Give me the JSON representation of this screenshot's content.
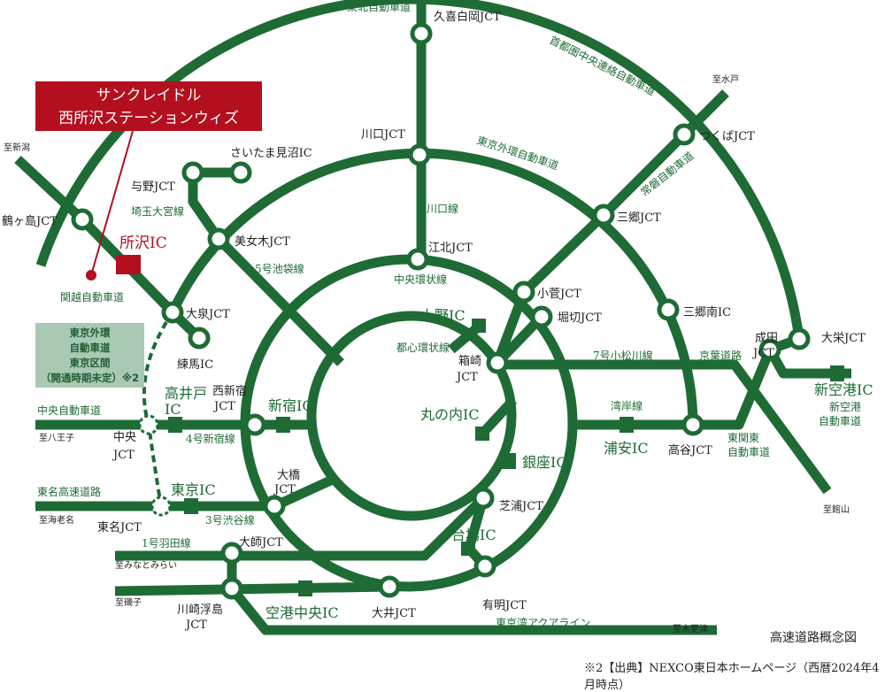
{
  "title": "高速道路概念図",
  "source_note": "※2【出典】NEXCO東日本ホームページ（西暦2024年4月時点）",
  "callout": {
    "line1": "サンクレイドル",
    "line2": "西所沢ステーションウィズ"
  },
  "unopened_box": {
    "line1": "東京外環",
    "line2": "自動車道",
    "line3": "東京区間",
    "line4": "（開通時期未定）※2"
  },
  "colors": {
    "road": "#1e6b35",
    "accent": "#b30f1e",
    "box": "#a9c9b4"
  },
  "roads": {
    "tohoku": "東北自動車道",
    "ken_o": "首都圏中央連絡自動車道",
    "gaikan": "東京外環自動車道",
    "joban": "常磐自動車道",
    "kawaguchi_line": "川口線",
    "saitama_omiya": "埼玉大宮線",
    "ikebukuro": "5号池袋線",
    "chuo_kanjo": "中央環状線",
    "kanetsu": "関越自動車道",
    "toshin": "都心環状線",
    "komatsugawa": "7号小松川線",
    "keiyo": "京葉道路",
    "wangan": "湾岸線",
    "chuo_do": "中央自動車道",
    "shinjuku4": "4号新宿線",
    "tomei": "東名高速道路",
    "shibuya3": "3号渋谷線",
    "haneda1": "1号羽田線",
    "aqualine": "東京湾アクアライン",
    "higashikanto1": "東関東",
    "higashikanto2": "自動車道",
    "shinkuko_road1": "新空港",
    "shinkuko_road2": "自動車道"
  },
  "destinations": {
    "niigata": "至新潟",
    "mito": "至水戸",
    "hachioji": "至八王子",
    "ebina": "至海老名",
    "minatomirai": "至みなとみらい",
    "isogo": "至磯子",
    "kisarazu": "至木更津",
    "tateyama": "至館山"
  },
  "junctions": {
    "kuki": "久喜白岡JCT",
    "tsukuba": "つくばJCT",
    "kawaguchi": "川口JCT",
    "misato": "三郷JCT",
    "saitama_minuma": "さいたま見沼IC",
    "yono": "与野JCT",
    "tsurugashima": "鶴ヶ島JCT",
    "bijogi": "美女木JCT",
    "kohoku": "江北JCT",
    "kosuge": "小菅JCT",
    "horikiri": "堀切JCT",
    "misato_minami": "三郷南IC",
    "oizumi": "大泉JCT",
    "nerima": "練馬IC",
    "hakozaki1": "箱崎",
    "hakozaki2": "JCT",
    "narita1": "成田",
    "narita2": "JCT",
    "daiei": "大栄JCT",
    "nishishinjuku1": "西新宿",
    "nishishinjuku2": "JCT",
    "chuo1": "中央",
    "chuo2": "JCT",
    "ohashi1": "大橋",
    "ohashi2": "JCT",
    "tomei_jct": "東名JCT",
    "shibaura": "芝浦JCT",
    "takaya": "高谷JCT",
    "daishi": "大師JCT",
    "kawasaki1": "川崎浮島",
    "kawasaki2": "JCT",
    "oi": "大井JCT",
    "ariake": "有明JCT"
  },
  "interchanges": {
    "tokorozawa": "所沢IC",
    "ueno": "上野IC",
    "takaido1": "高井戸",
    "takaido2": "IC",
    "shinjuku": "新宿IC",
    "marunouchi": "丸の内IC",
    "ginza": "銀座IC",
    "urayasu": "浦安IC",
    "shinkuko": "新空港IC",
    "tokyo": "東京IC",
    "daiba": "台場IC",
    "kuko_chuo": "空港中央IC"
  }
}
